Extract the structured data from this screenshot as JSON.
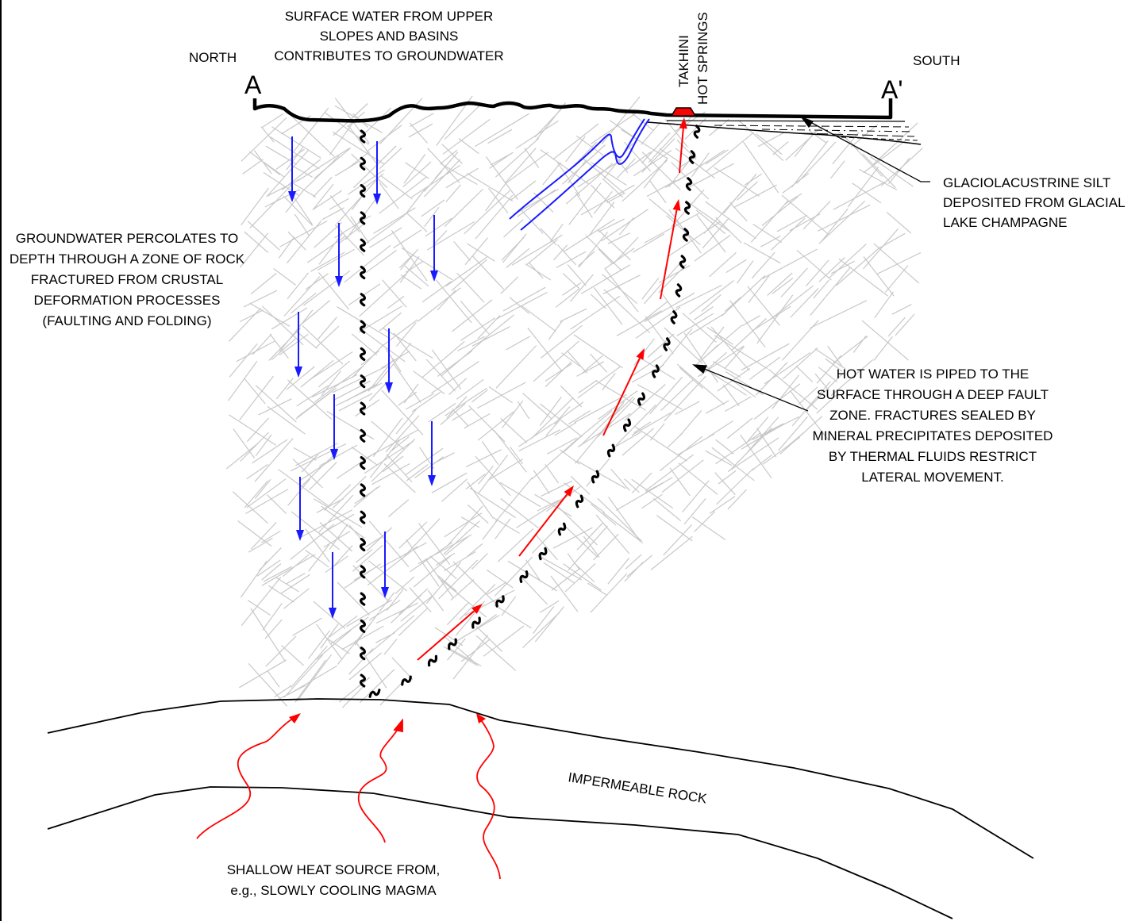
{
  "labels": {
    "surface_water": [
      "SURFACE WATER FROM UPPER",
      "SLOPES AND BASINS",
      "CONTRIBUTES TO GROUNDWATER"
    ],
    "north": "NORTH",
    "south": "SOUTH",
    "section_start": "A",
    "section_end": "A'",
    "hot_springs": [
      "TAKHINI",
      "HOT SPRINGS"
    ],
    "silt": [
      "GLACIOLACUSTRINE SILT",
      "DEPOSITED FROM GLACIAL",
      "LAKE CHAMPAGNE"
    ],
    "groundwater": [
      "GROUNDWATER PERCOLATES TO",
      "DEPTH THROUGH A ZONE OF ROCK",
      "FRACTURED FROM CRUSTAL",
      "DEFORMATION PROCESSES",
      "(FAULTING AND FOLDING)"
    ],
    "hot_water": [
      "HOT WATER IS PIPED TO THE",
      "SURFACE THROUGH A DEEP FAULT",
      "ZONE.  FRACTURES SEALED BY",
      "MINERAL PRECIPITATES DEPOSITED",
      "BY THERMAL FLUIDS RESTRICT",
      "LATERAL MOVEMENT."
    ],
    "impermeable": "IMPERMEABLE ROCK",
    "heat_source": [
      "SHALLOW HEAT SOURCE FROM,",
      "e.g., SLOWLY COOLING MAGMA"
    ]
  },
  "colors": {
    "downflow_arrow": "#1a1aff",
    "upflow_arrow": "#ff0000",
    "heat_arrow": "#ff0000",
    "fracture_hatch": "#c8c8c8",
    "spring_marker": "#ff0000",
    "lines": "#000000"
  }
}
